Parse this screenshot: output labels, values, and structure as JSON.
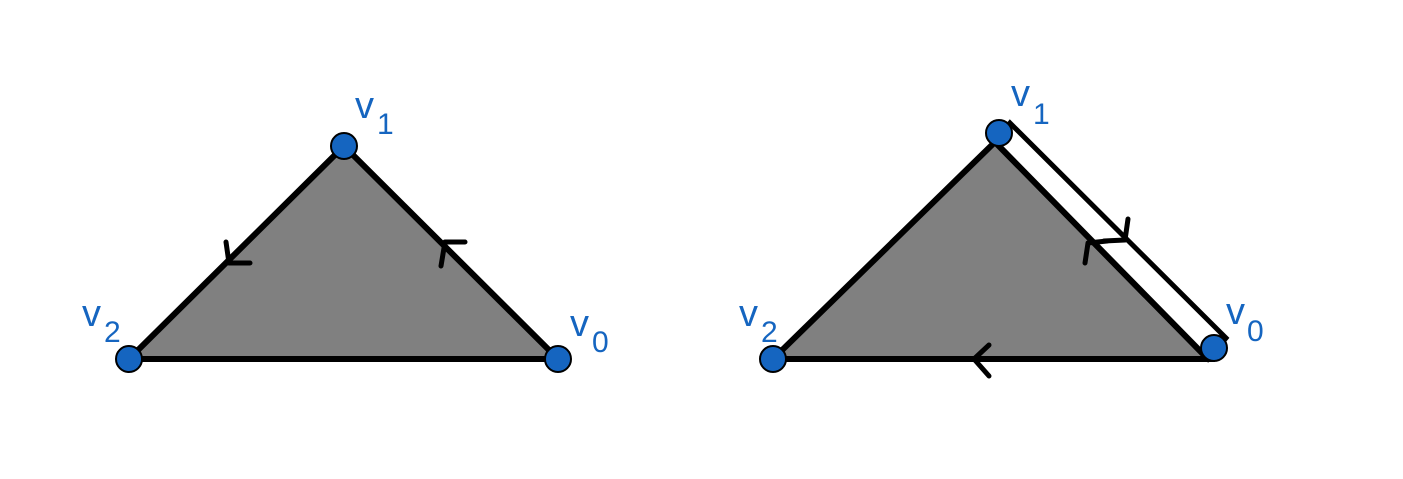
{
  "colors": {
    "background": "#ffffff",
    "triangle_fill": "#808080",
    "edge": "#000000",
    "vertex_fill": "#1565c0",
    "vertex_stroke": "#000000",
    "label": "#1565c0"
  },
  "figures": [
    {
      "vertices": [
        {
          "letter": "v",
          "index": "0"
        },
        {
          "letter": "v",
          "index": "1"
        },
        {
          "letter": "v",
          "index": "2"
        }
      ]
    },
    {
      "vertices": [
        {
          "letter": "v",
          "index": "0"
        },
        {
          "letter": "v",
          "index": "1"
        },
        {
          "letter": "v",
          "index": "2"
        }
      ]
    }
  ]
}
